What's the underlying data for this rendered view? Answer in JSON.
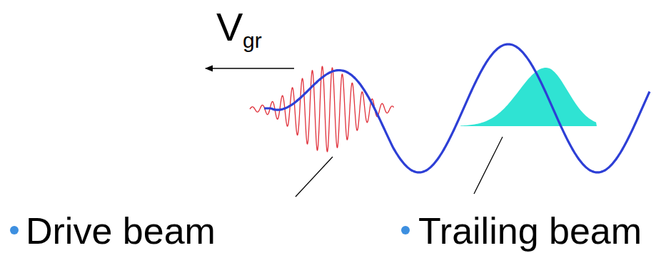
{
  "diagram": {
    "labels": [
      "V",
      "gr",
      "Drive beam",
      "Trailing beam"
    ]
  }
}
